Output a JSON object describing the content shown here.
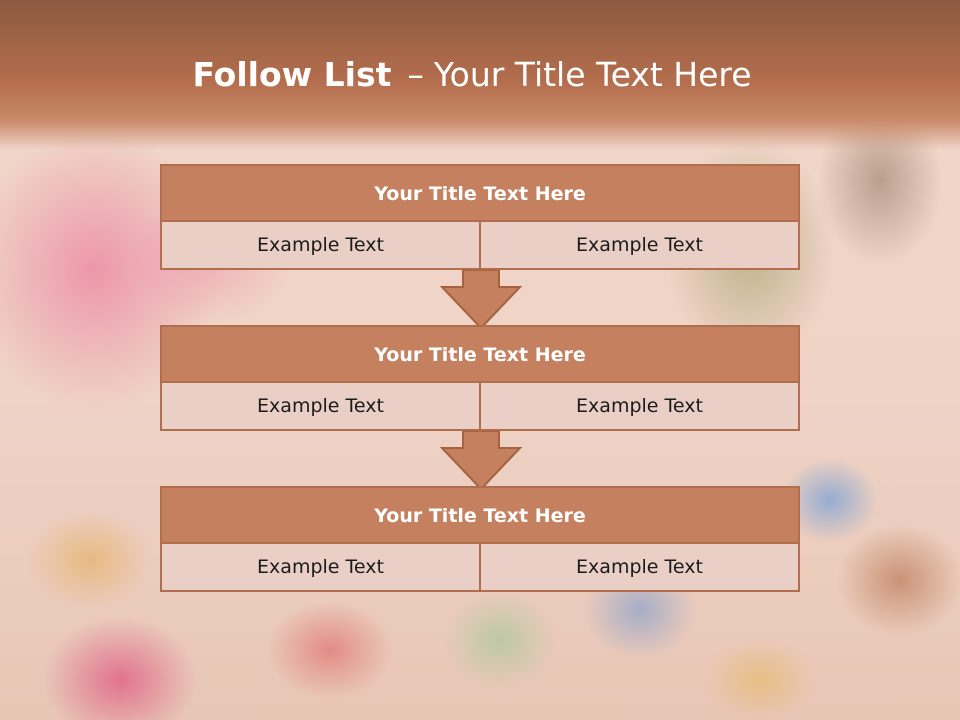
{
  "slide": {
    "title_bold": "Follow List",
    "title_dash": "–",
    "title_rest": "Your Title Text Here"
  },
  "blocks": [
    {
      "title": "Your Title Text Here",
      "left": "Example Text",
      "right": "Example Text"
    },
    {
      "title": "Your Title Text Here",
      "left": "Example Text",
      "right": "Example Text"
    },
    {
      "title": "Your Title Text Here",
      "left": "Example Text",
      "right": "Example Text"
    }
  ],
  "colors": {
    "header": "#b46e4d",
    "block_fill": "#c4805f",
    "block_border": "#b06e4e",
    "cell_fill": "#ebd6ce"
  },
  "icons": [
    "down-arrow-icon",
    "down-arrow-icon"
  ]
}
